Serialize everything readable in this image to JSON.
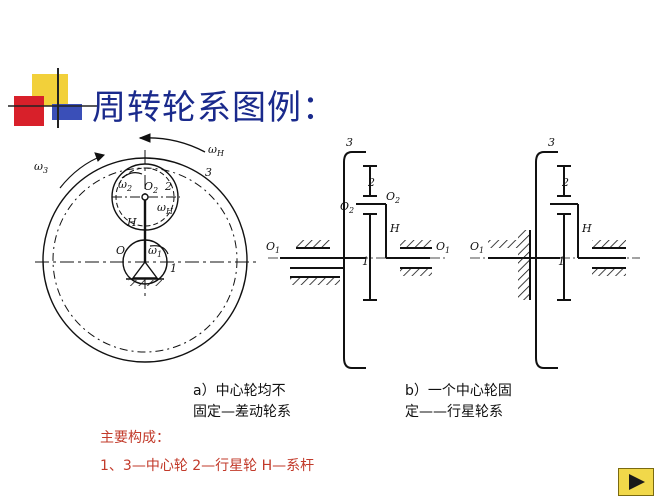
{
  "slide": {
    "title": "周转轮系图例：",
    "caption_a_line1": "a）中心轮均不",
    "caption_a_line2": "固定—差动轮系",
    "caption_b_line1": "b）一个中心轮固",
    "caption_b_line2": "定——行星轮系",
    "composition_heading": "主要构成：",
    "composition_items": "1、3—中心轮  2—行星轮  H—系杆"
  },
  "diagram_labels": {
    "omega_H": "ω",
    "omega_H_sub": "H",
    "omega_3": "ω",
    "omega_3_sub": "3",
    "omega_2": "ω",
    "omega_2_sub": "2",
    "omega_1": "ω",
    "omega_1_sub": "1",
    "O2": "O",
    "O2_sub": "2",
    "O": "O",
    "H": "H",
    "n1": "1",
    "n2": "2",
    "n3": "3",
    "O1": "O",
    "O1_sub": "1"
  },
  "colors": {
    "title": "#1a2a8c",
    "composition_text": "#c23a2a",
    "deco_yellow": "#f2d03a",
    "deco_red": "#d8202a",
    "deco_blue": "#3a4fb8",
    "nav_button": "#f1d84a"
  },
  "icons": {
    "nav_button": "forward-arrow-icon"
  }
}
